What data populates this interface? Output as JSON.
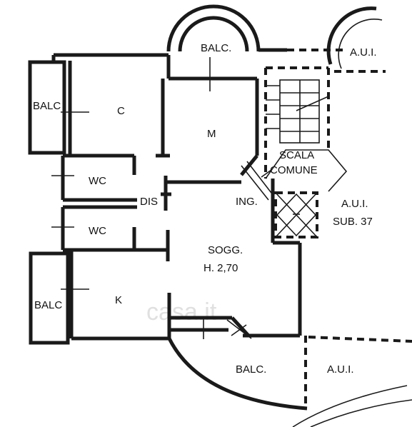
{
  "rooms": {
    "balc_top": "BALC.",
    "balc_left_upper": "BALC",
    "c": "C",
    "m": "M",
    "wc_upper": "WC",
    "dis": "DIS",
    "wc_lower": "WC",
    "balc_left_lower": "BALC",
    "k": "K",
    "sogg_name": "SOGG.",
    "sogg_height": "H. 2,70",
    "balc_bottom": "BALC.",
    "scala_line1": "SCALA",
    "scala_line2": "COMUNE",
    "ing": "ING.",
    "aui_top": "A.U.I.",
    "aui_sub_line1": "A.U.I.",
    "aui_sub_line2": "SUB. 37",
    "aui_bottom": "A.U.I."
  },
  "watermark": "casa.it"
}
